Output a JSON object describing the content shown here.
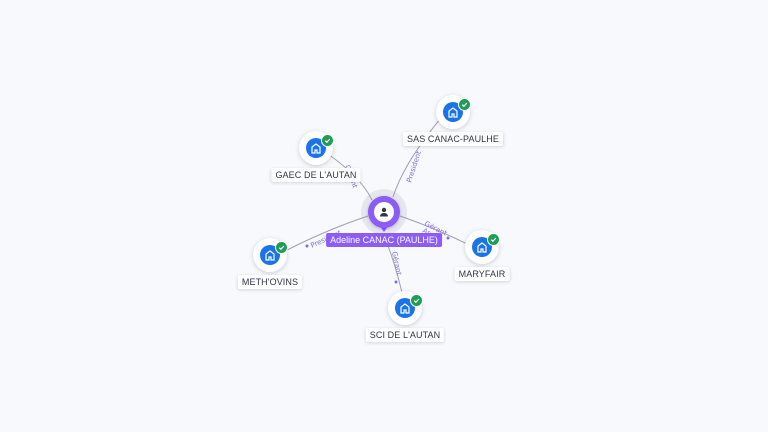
{
  "person": {
    "name": "Adeline CANAC (PAULHE)",
    "icon": "person-icon",
    "color": "#8b5cf6"
  },
  "companies": [
    {
      "id": "sas",
      "name": "SAS CANAC-PAULHE",
      "verified": true,
      "icon": "building-icon"
    },
    {
      "id": "gaec",
      "name": "GAEC DE L'AUTAN",
      "verified": true,
      "icon": "building-icon"
    },
    {
      "id": "maryfair",
      "name": "MARYFAIR",
      "verified": true,
      "icon": "building-icon"
    },
    {
      "id": "methovins",
      "name": "METH'OVINS",
      "verified": true,
      "icon": "building-icon"
    },
    {
      "id": "sci",
      "name": "SCI DE L'AUTAN",
      "verified": true,
      "icon": "building-icon"
    }
  ],
  "relations": [
    {
      "to": "sas",
      "role": "President"
    },
    {
      "to": "gaec",
      "role": "Gérant"
    },
    {
      "to": "maryfair",
      "role": "Gérant"
    },
    {
      "to": "maryfair",
      "role": "Ass."
    },
    {
      "to": "methovins",
      "role": "President"
    },
    {
      "to": "sci",
      "role": "Gérant"
    }
  ],
  "colors": {
    "company": "#1a73e8",
    "verified": "#1f9d55",
    "edge": "#9aa0b5",
    "edge_label": "#7b6fd6"
  }
}
